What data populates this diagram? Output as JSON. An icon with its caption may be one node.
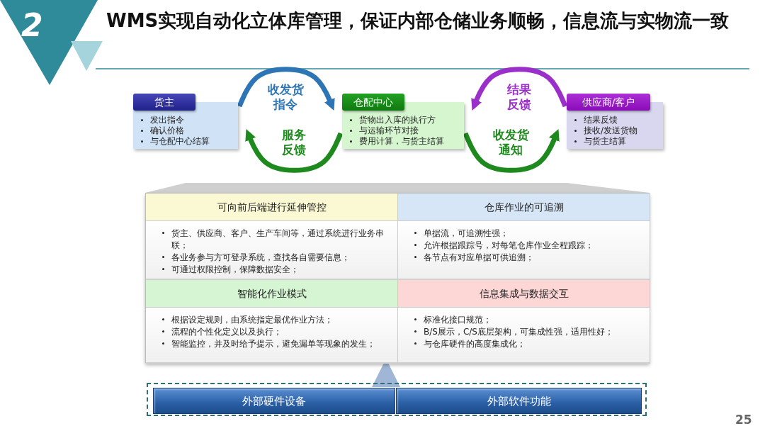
{
  "diagram": {
    "title": "WMS实现自动化立体库管理，保证内部仓储业务顺畅，信息流与实物流一致",
    "nodes": [
      {
        "text": [
          "货主",
          "发出指令",
          "确认价格",
          "与仓配中心结算"
        ]
      },
      {
        "text": [
          "仓配中心",
          "货物出入库的执行方",
          "与运输环节对接",
          "费用计算，与货主结算"
        ]
      },
      {
        "text": [
          "供应商/客户",
          "结果反馈",
          "接收/发送货物",
          "与货主结算"
        ]
      },
      {
        "text": [],
        "shape": "box"
      },
      {
        "text": [
          "可向前后端进行延伸管控",
          "货主、供应商、客户、生产车间等，通过系统进行业务串联；",
          "各业务参与方可登录系统，查找各自需要信息；",
          "可通过权限控制，保障数据安全；"
        ],
        "in": 3
      },
      {
        "text": [
          "仓库作业的可追溯",
          "单据流，可追溯性强；",
          "允许根据跟踪号，对每笔仓库作业全程跟踪；",
          "各节点有对应单据可供追溯；"
        ],
        "in": 3
      },
      {
        "text": [
          "智能化作业模式",
          "根据设定规则，由系统指定最优作业方法；",
          "流程的个性化定义以及执行；",
          "智能监控，并及时给予提示，避免漏单等现象的发生；"
        ],
        "in": 3
      },
      {
        "text": [
          "信息集成与数据交互",
          "标准化接口规范；",
          "B/S展示，C/S底层架构，可集成性强，适用性好；",
          "与仓库硬件的高度集成化；"
        ],
        "in": 3
      },
      {
        "text": [],
        "shape": "box"
      },
      {
        "text": [
          "外部硬件设备"
        ],
        "in": 8
      },
      {
        "text": [
          "外部软件功能"
        ],
        "in": 8
      }
    ],
    "edges": [
      {
        "from": 0,
        "to": 1,
        "arrow": "to",
        "label": "收发货指令",
        "color": "#2e75b6"
      },
      {
        "from": 1,
        "to": 0,
        "arrow": "to",
        "label": "服务反馈",
        "color": "#1e8a1e"
      },
      {
        "from": 2,
        "to": 1,
        "arrow": "to",
        "label": "结果反馈",
        "color": "#9b2fc9"
      },
      {
        "from": 1,
        "to": 2,
        "arrow": "to",
        "label": "收发货通知",
        "color": "#1e8a1e"
      },
      {
        "from": 8,
        "to": 3,
        "arrow": "to",
        "style": "thick",
        "color": "#9fb6d6"
      }
    ],
    "labels": [
      "2",
      "25"
    ]
  }
}
